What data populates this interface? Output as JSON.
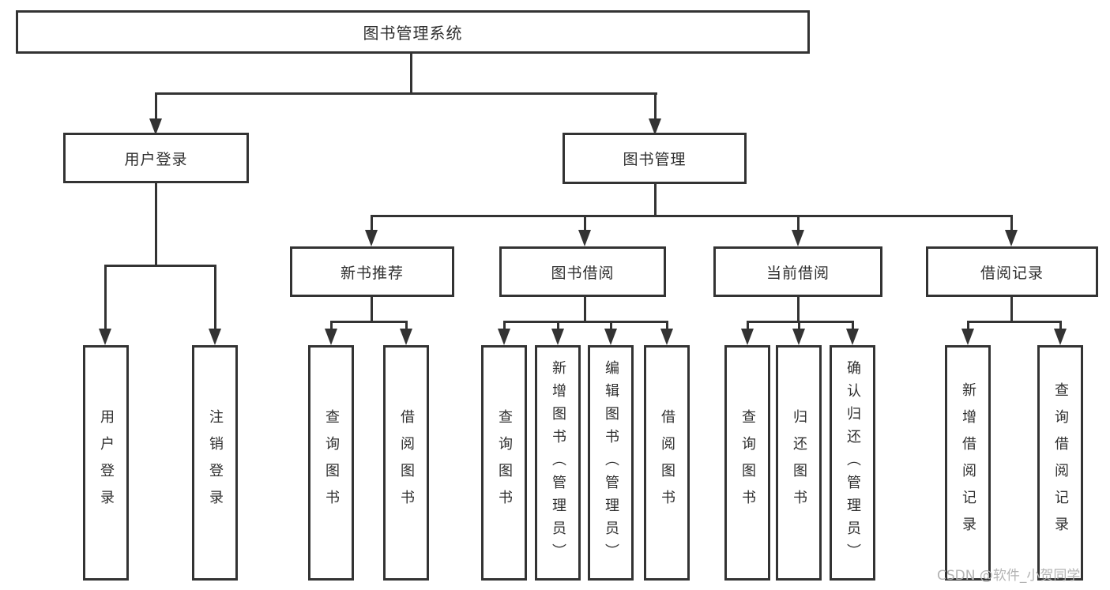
{
  "diagram": {
    "root": {
      "label": "图书管理系统",
      "children": [
        {
          "label": "用户登录",
          "children": [
            {
              "label": "用户登录"
            },
            {
              "label": "注销登录"
            }
          ]
        },
        {
          "label": "图书管理",
          "children": [
            {
              "label": "新书推荐",
              "children": [
                {
                  "label": "查询图书"
                },
                {
                  "label": "借阅图书"
                }
              ]
            },
            {
              "label": "图书借阅",
              "children": [
                {
                  "label": "查询图书"
                },
                {
                  "label": "新增图书（管理员）"
                },
                {
                  "label": "编辑图书（管理员）"
                },
                {
                  "label": "借阅图书"
                }
              ]
            },
            {
              "label": "当前借阅",
              "children": [
                {
                  "label": "查询图书"
                },
                {
                  "label": "归还图书"
                },
                {
                  "label": "确认归还（管理员）"
                }
              ]
            },
            {
              "label": "借阅记录",
              "children": [
                {
                  "label": "新增借阅记录"
                },
                {
                  "label": "查询借阅记录"
                }
              ]
            }
          ]
        }
      ]
    },
    "watermark": "CSDN @软件_小贺同学",
    "colors": {
      "line": "#333333",
      "background": "#ffffff",
      "watermark": "#b3b3b3"
    }
  }
}
